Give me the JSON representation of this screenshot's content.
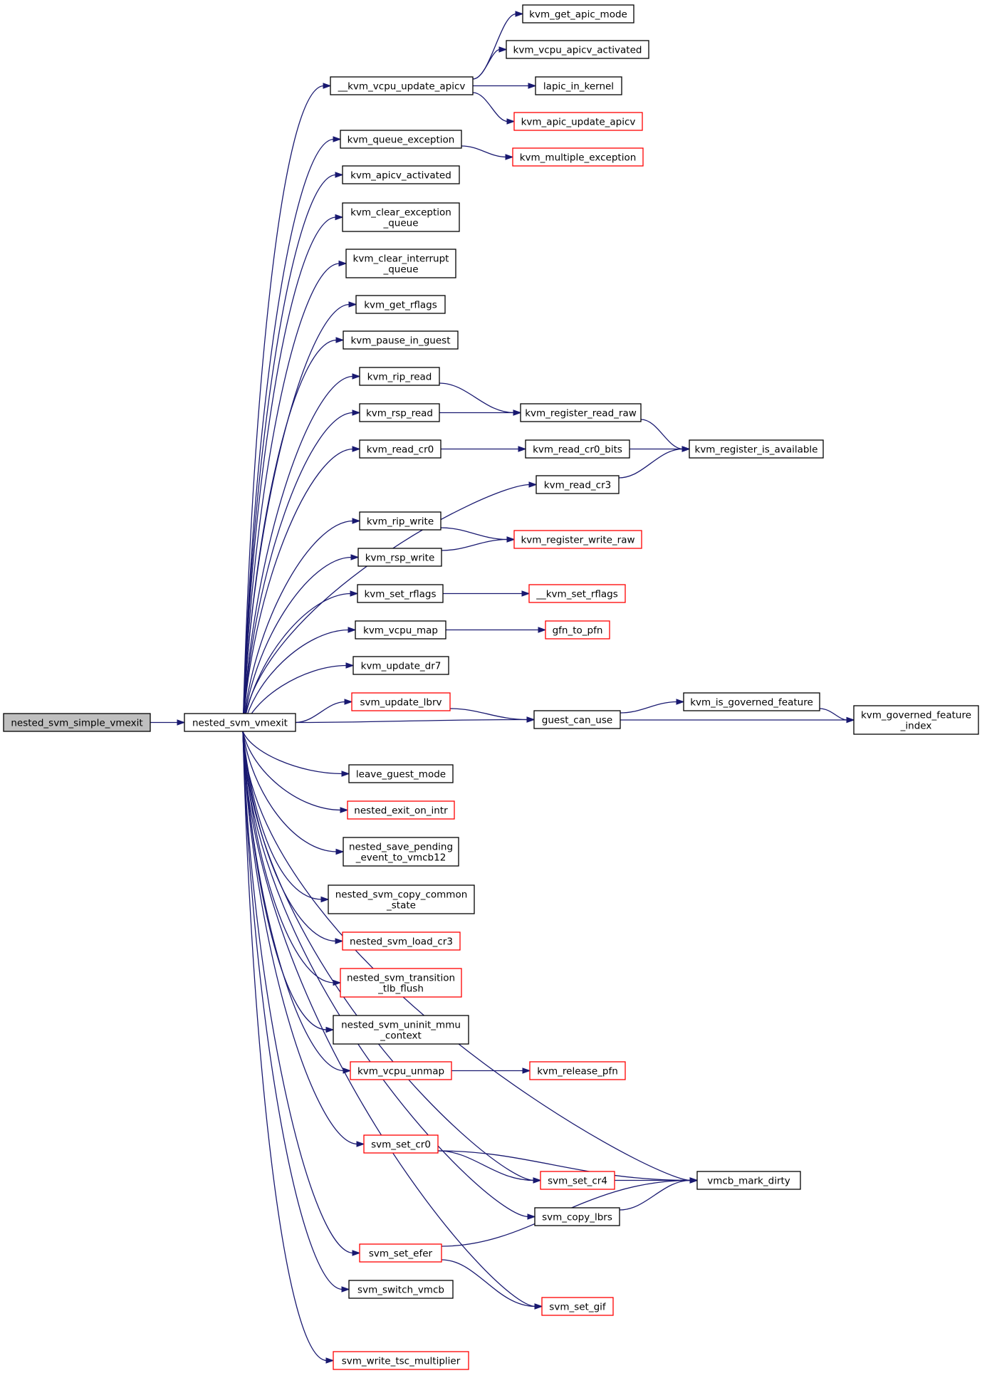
{
  "colors": {
    "edge": "#191970",
    "root_fill": "#bfbfbf",
    "border_normal": "#000000",
    "border_truncated": "#ff0000",
    "fill": "#ffffff"
  },
  "nodes": [
    {
      "id": "n_root",
      "lines": [
        "nested_svm_simple_vmexit"
      ],
      "style": "root"
    },
    {
      "id": "n_vmexit",
      "lines": [
        "nested_svm_vmexit"
      ],
      "style": "normal"
    },
    {
      "id": "n_upd_apicv",
      "lines": [
        "__kvm_vcpu_update_apicv"
      ],
      "style": "normal"
    },
    {
      "id": "n_get_apic_mode",
      "lines": [
        "kvm_get_apic_mode"
      ],
      "style": "normal"
    },
    {
      "id": "n_vcpu_apicv_act",
      "lines": [
        "kvm_vcpu_apicv_activated"
      ],
      "style": "normal"
    },
    {
      "id": "n_lapic",
      "lines": [
        "lapic_in_kernel"
      ],
      "style": "normal"
    },
    {
      "id": "n_apic_upd",
      "lines": [
        "kvm_apic_update_apicv"
      ],
      "style": "truncated"
    },
    {
      "id": "n_queue_exc",
      "lines": [
        "kvm_queue_exception"
      ],
      "style": "normal"
    },
    {
      "id": "n_mult_exc",
      "lines": [
        "kvm_multiple_exception"
      ],
      "style": "truncated"
    },
    {
      "id": "n_apicv_act",
      "lines": [
        "kvm_apicv_activated"
      ],
      "style": "normal"
    },
    {
      "id": "n_clear_exc",
      "lines": [
        "kvm_clear_exception",
        "_queue"
      ],
      "style": "normal"
    },
    {
      "id": "n_clear_int",
      "lines": [
        "kvm_clear_interrupt",
        "_queue"
      ],
      "style": "normal"
    },
    {
      "id": "n_get_rflags",
      "lines": [
        "kvm_get_rflags"
      ],
      "style": "normal"
    },
    {
      "id": "n_pause",
      "lines": [
        "kvm_pause_in_guest"
      ],
      "style": "normal"
    },
    {
      "id": "n_rip_read",
      "lines": [
        "kvm_rip_read"
      ],
      "style": "normal"
    },
    {
      "id": "n_reg_read_raw",
      "lines": [
        "kvm_register_read_raw"
      ],
      "style": "normal"
    },
    {
      "id": "n_rsp_read",
      "lines": [
        "kvm_rsp_read"
      ],
      "style": "normal"
    },
    {
      "id": "n_reg_avail",
      "lines": [
        "kvm_register_is_available"
      ],
      "style": "normal"
    },
    {
      "id": "n_read_cr0",
      "lines": [
        "kvm_read_cr0"
      ],
      "style": "normal"
    },
    {
      "id": "n_read_cr0_bits",
      "lines": [
        "kvm_read_cr0_bits"
      ],
      "style": "normal"
    },
    {
      "id": "n_read_cr3",
      "lines": [
        "kvm_read_cr3"
      ],
      "style": "normal"
    },
    {
      "id": "n_rip_write",
      "lines": [
        "kvm_rip_write"
      ],
      "style": "normal"
    },
    {
      "id": "n_reg_write_raw",
      "lines": [
        "kvm_register_write_raw"
      ],
      "style": "truncated"
    },
    {
      "id": "n_rsp_write",
      "lines": [
        "kvm_rsp_write"
      ],
      "style": "normal"
    },
    {
      "id": "n_set_rflags",
      "lines": [
        "kvm_set_rflags"
      ],
      "style": "normal"
    },
    {
      "id": "n__set_rflags",
      "lines": [
        "__kvm_set_rflags"
      ],
      "style": "truncated"
    },
    {
      "id": "n_vcpu_map",
      "lines": [
        "kvm_vcpu_map"
      ],
      "style": "normal"
    },
    {
      "id": "n_gfn",
      "lines": [
        "gfn_to_pfn"
      ],
      "style": "truncated"
    },
    {
      "id": "n_dr7",
      "lines": [
        "kvm_update_dr7"
      ],
      "style": "normal"
    },
    {
      "id": "n_lbrv",
      "lines": [
        "svm_update_lbrv"
      ],
      "style": "truncated"
    },
    {
      "id": "n_guest_can",
      "lines": [
        "guest_can_use"
      ],
      "style": "normal"
    },
    {
      "id": "n_is_gov",
      "lines": [
        "kvm_is_governed_feature"
      ],
      "style": "normal"
    },
    {
      "id": "n_gov_idx",
      "lines": [
        "kvm_governed_feature",
        "_index"
      ],
      "style": "normal"
    },
    {
      "id": "n_leave",
      "lines": [
        "leave_guest_mode"
      ],
      "style": "normal"
    },
    {
      "id": "n_exit_intr",
      "lines": [
        "nested_exit_on_intr"
      ],
      "style": "truncated"
    },
    {
      "id": "n_save_pend",
      "lines": [
        "nested_save_pending",
        "_event_to_vmcb12"
      ],
      "style": "normal"
    },
    {
      "id": "n_copy_common",
      "lines": [
        "nested_svm_copy_common",
        "_state"
      ],
      "style": "normal"
    },
    {
      "id": "n_load_cr3",
      "lines": [
        "nested_svm_load_cr3"
      ],
      "style": "truncated"
    },
    {
      "id": "n_tlb",
      "lines": [
        "nested_svm_transition",
        "_tlb_flush"
      ],
      "style": "truncated"
    },
    {
      "id": "n_uninit",
      "lines": [
        "nested_svm_uninit_mmu",
        "_context"
      ],
      "style": "normal"
    },
    {
      "id": "n_unmap",
      "lines": [
        "kvm_vcpu_unmap"
      ],
      "style": "truncated"
    },
    {
      "id": "n_release",
      "lines": [
        "kvm_release_pfn"
      ],
      "style": "truncated"
    },
    {
      "id": "n_set_cr0",
      "lines": [
        "svm_set_cr0"
      ],
      "style": "truncated"
    },
    {
      "id": "n_dirty",
      "lines": [
        "vmcb_mark_dirty"
      ],
      "style": "normal"
    },
    {
      "id": "n_set_cr4",
      "lines": [
        "svm_set_cr4"
      ],
      "style": "truncated"
    },
    {
      "id": "n_copy_lbrs",
      "lines": [
        "svm_copy_lbrs"
      ],
      "style": "normal"
    },
    {
      "id": "n_set_efer",
      "lines": [
        "svm_set_efer"
      ],
      "style": "truncated"
    },
    {
      "id": "n_switch",
      "lines": [
        "svm_switch_vmcb"
      ],
      "style": "normal"
    },
    {
      "id": "n_set_gif",
      "lines": [
        "svm_set_gif"
      ],
      "style": "truncated"
    },
    {
      "id": "n_tsc",
      "lines": [
        "svm_write_tsc_multiplier"
      ],
      "style": "truncated"
    }
  ],
  "edges": [
    [
      "n_root",
      "n_vmexit"
    ],
    [
      "n_vmexit",
      "n_upd_apicv"
    ],
    [
      "n_vmexit",
      "n_queue_exc"
    ],
    [
      "n_vmexit",
      "n_apicv_act"
    ],
    [
      "n_vmexit",
      "n_clear_exc"
    ],
    [
      "n_vmexit",
      "n_clear_int"
    ],
    [
      "n_vmexit",
      "n_get_rflags"
    ],
    [
      "n_vmexit",
      "n_pause"
    ],
    [
      "n_vmexit",
      "n_rip_read"
    ],
    [
      "n_vmexit",
      "n_rsp_read"
    ],
    [
      "n_vmexit",
      "n_read_cr0"
    ],
    [
      "n_vmexit",
      "n_read_cr3"
    ],
    [
      "n_vmexit",
      "n_rip_write"
    ],
    [
      "n_vmexit",
      "n_rsp_write"
    ],
    [
      "n_vmexit",
      "n_set_rflags"
    ],
    [
      "n_vmexit",
      "n_vcpu_map"
    ],
    [
      "n_vmexit",
      "n_dr7"
    ],
    [
      "n_vmexit",
      "n_lbrv"
    ],
    [
      "n_vmexit",
      "n_guest_can"
    ],
    [
      "n_vmexit",
      "n_leave"
    ],
    [
      "n_vmexit",
      "n_exit_intr"
    ],
    [
      "n_vmexit",
      "n_save_pend"
    ],
    [
      "n_vmexit",
      "n_copy_common"
    ],
    [
      "n_vmexit",
      "n_load_cr3"
    ],
    [
      "n_vmexit",
      "n_tlb"
    ],
    [
      "n_vmexit",
      "n_uninit"
    ],
    [
      "n_vmexit",
      "n_unmap"
    ],
    [
      "n_vmexit",
      "n_dirty"
    ],
    [
      "n_vmexit",
      "n_set_cr0"
    ],
    [
      "n_vmexit",
      "n_set_cr4"
    ],
    [
      "n_vmexit",
      "n_copy_lbrs"
    ],
    [
      "n_vmexit",
      "n_set_efer"
    ],
    [
      "n_vmexit",
      "n_switch"
    ],
    [
      "n_vmexit",
      "n_set_gif"
    ],
    [
      "n_vmexit",
      "n_tsc"
    ],
    [
      "n_upd_apicv",
      "n_get_apic_mode"
    ],
    [
      "n_upd_apicv",
      "n_vcpu_apicv_act"
    ],
    [
      "n_upd_apicv",
      "n_lapic"
    ],
    [
      "n_upd_apicv",
      "n_apic_upd"
    ],
    [
      "n_queue_exc",
      "n_mult_exc"
    ],
    [
      "n_rip_read",
      "n_reg_read_raw"
    ],
    [
      "n_rsp_read",
      "n_reg_read_raw"
    ],
    [
      "n_reg_read_raw",
      "n_reg_avail"
    ],
    [
      "n_read_cr0",
      "n_read_cr0_bits"
    ],
    [
      "n_read_cr0_bits",
      "n_reg_avail"
    ],
    [
      "n_read_cr3",
      "n_reg_avail"
    ],
    [
      "n_rip_write",
      "n_reg_write_raw"
    ],
    [
      "n_rsp_write",
      "n_reg_write_raw"
    ],
    [
      "n_set_rflags",
      "n__set_rflags"
    ],
    [
      "n_vcpu_map",
      "n_gfn"
    ],
    [
      "n_lbrv",
      "n_guest_can"
    ],
    [
      "n_guest_can",
      "n_is_gov"
    ],
    [
      "n_guest_can",
      "n_gov_idx"
    ],
    [
      "n_is_gov",
      "n_gov_idx"
    ],
    [
      "n_unmap",
      "n_release"
    ],
    [
      "n_set_cr0",
      "n_dirty"
    ],
    [
      "n_set_cr0",
      "n_set_cr4"
    ],
    [
      "n_set_cr4",
      "n_dirty"
    ],
    [
      "n_copy_lbrs",
      "n_dirty"
    ],
    [
      "n_set_efer",
      "n_dirty"
    ],
    [
      "n_set_efer",
      "n_set_gif"
    ]
  ]
}
